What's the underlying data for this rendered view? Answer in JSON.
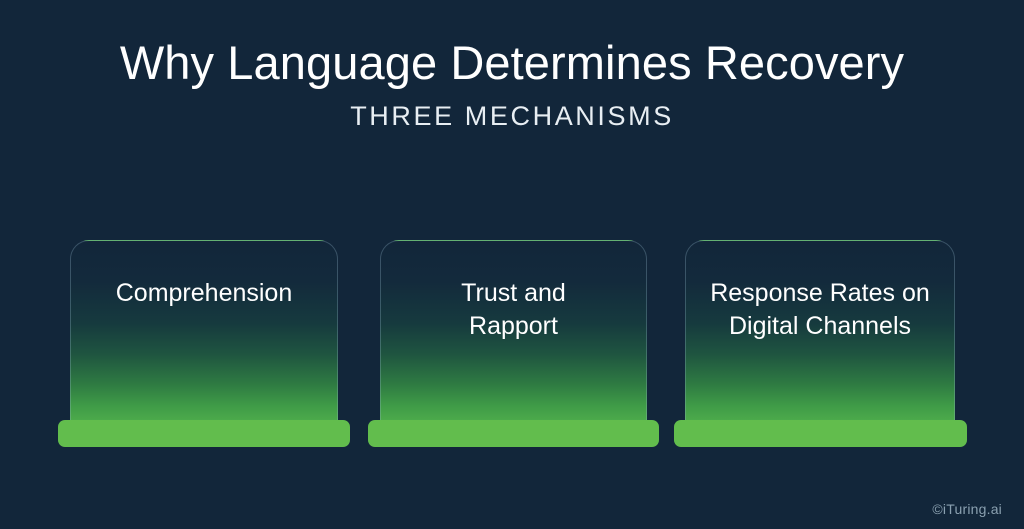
{
  "header": {
    "title": "Why Language Determines Recovery",
    "subtitle": "THREE MECHANISMS"
  },
  "cards": [
    {
      "label": "Comprehension"
    },
    {
      "label": "Trust and\nRapport"
    },
    {
      "label": "Response Rates on\nDigital Channels"
    }
  ],
  "footer": {
    "watermark": "©iTuring.ai"
  },
  "colors": {
    "background": "#12263a",
    "accent_green": "#62bd4d",
    "gradient_green_deep": "#2e6b39",
    "title_text": "#ffffff",
    "subtitle_text": "#e8eef3",
    "card_border": "rgba(150,186,205,0.30)",
    "watermark_text": "#8aa0b0"
  }
}
